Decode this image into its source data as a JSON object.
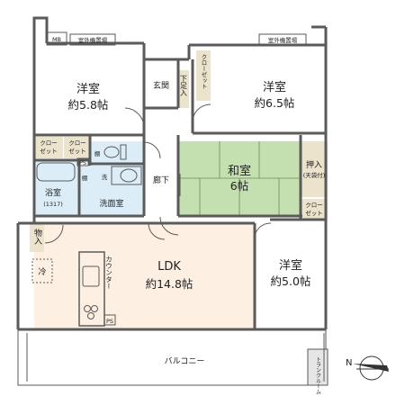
{
  "rooms": {
    "western_1": {
      "name": "洋室",
      "size": "約5.8帖"
    },
    "western_2": {
      "name": "洋室",
      "size": "約6.5帖"
    },
    "japanese": {
      "name": "和室",
      "size": "6帖"
    },
    "ldk": {
      "name": "LDK",
      "size": "約14.8帖"
    },
    "western_3": {
      "name": "洋室",
      "size": "約5.0帖"
    }
  },
  "labels": {
    "entrance": "玄関",
    "getabako": "下足入",
    "closet": "クローゼット",
    "closet_short_a": "クロー",
    "closet_short_b": "ゼット",
    "hallway": "廊下",
    "bathroom": "浴室",
    "bath_size": "(1317)",
    "washroom": "洗面室",
    "wash": "洗",
    "shelf": "棚",
    "linen": "棚",
    "oshiire": "押入",
    "tenbukuro": "(天袋付)",
    "storage": "物入",
    "fridge": "冷",
    "counter": "カウンター",
    "balcony": "バルコニー",
    "outdoor_unit": "室外機置場",
    "trunk_room": "トランクルーム",
    "mb": "MB",
    "ps": "PS",
    "north": "N"
  },
  "colors": {
    "wall": "#5a5a5a",
    "ldk_floor": "#fdf0e2",
    "tatami": "#c5e0b0",
    "wet_area": "#dcedf8",
    "closet_fill": "#ece3cc",
    "outdoor": "#e6e6e6"
  }
}
